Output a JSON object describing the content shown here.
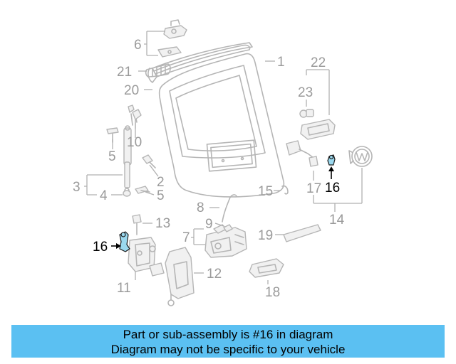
{
  "callouts": {
    "c1": "1",
    "c2": "2",
    "c3": "3",
    "c4": "4",
    "c5a": "5",
    "c5b": "5",
    "c6": "6",
    "c7": "7",
    "c8": "8",
    "c9": "9",
    "c10": "10",
    "c11": "11",
    "c12": "12",
    "c13": "13",
    "c14": "14",
    "c15": "15",
    "c16a": "16",
    "c16b": "16",
    "c17": "17",
    "c18": "18",
    "c19": "19",
    "c20": "20",
    "c21": "21",
    "c22": "22",
    "c23": "23"
  },
  "highlight_part": "16",
  "colors": {
    "highlight_fill": "#9ad8ee",
    "banner": "#5bc0f2",
    "callout_text": "#9a9a9a"
  },
  "footer": {
    "line1": "Part or sub-assembly is #16 in diagram",
    "line2": "Diagram may not be specific to your vehicle"
  }
}
